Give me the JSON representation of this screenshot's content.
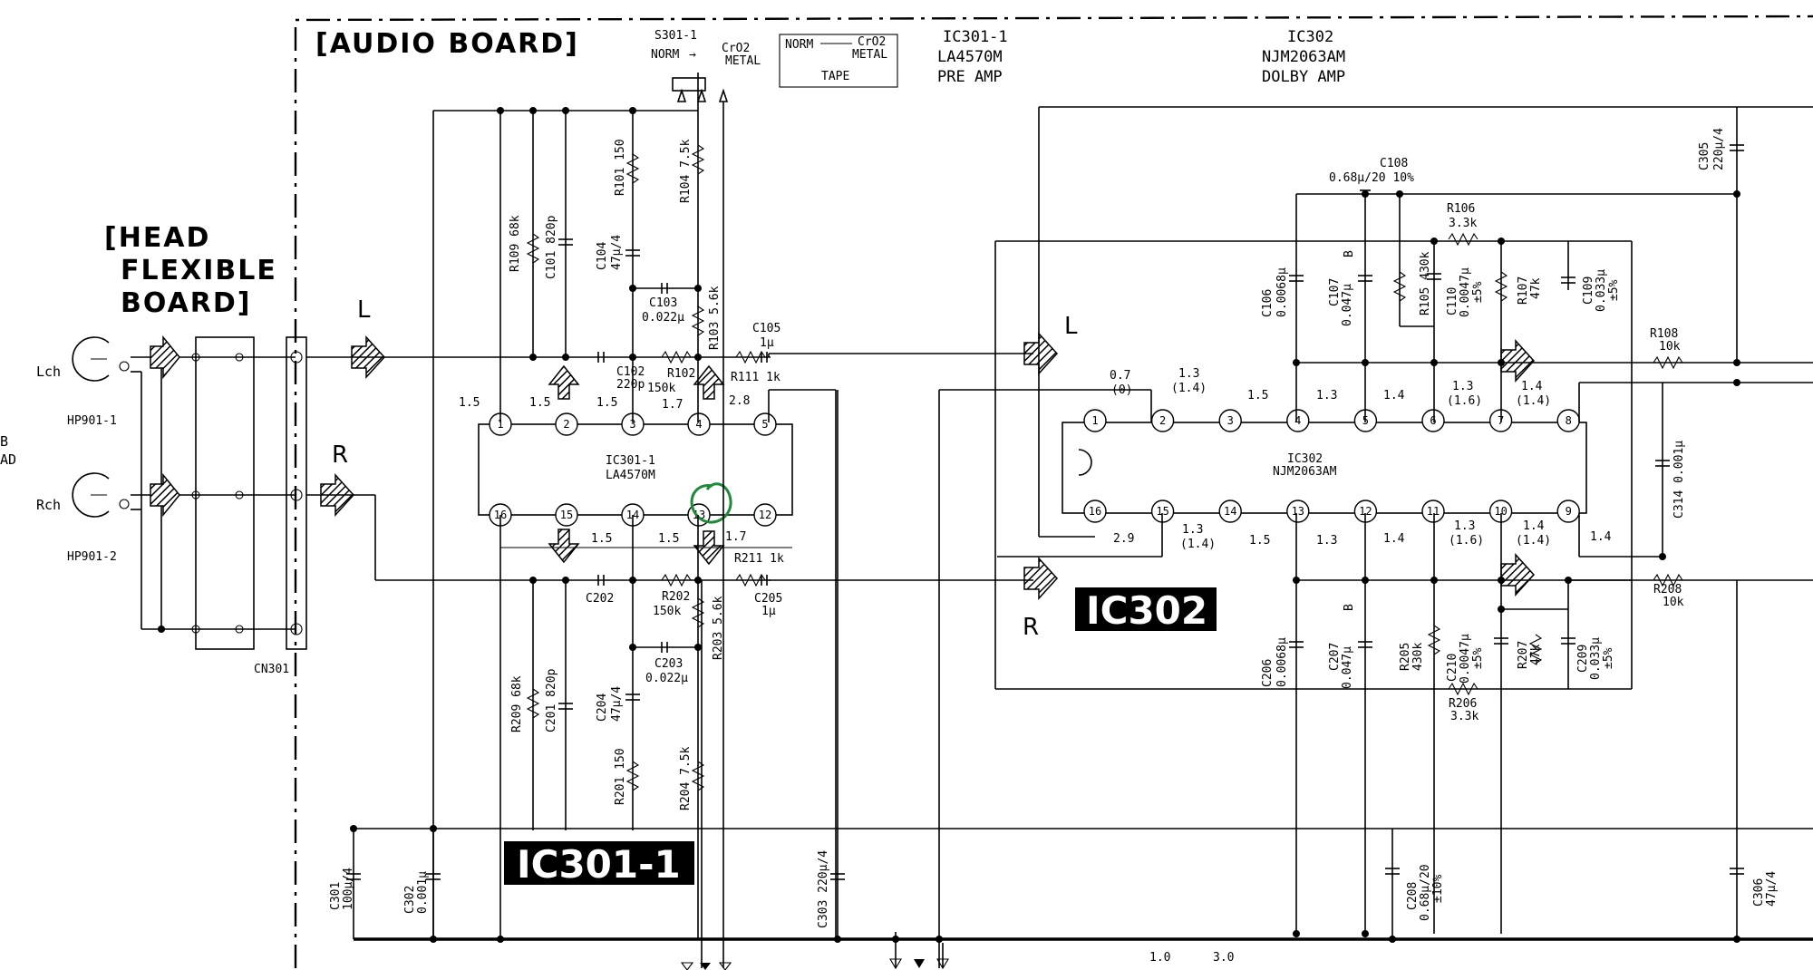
{
  "boards": {
    "audio": "[AUDIO BOARD]",
    "head_line1": "[HEAD",
    "head_line2": "FLEXIBLE",
    "head_line3": "BOARD]"
  },
  "edge_fragments": [
    "B",
    "AD"
  ],
  "switch": {
    "name": "S301-1",
    "norm": "NORM",
    "arrow": "→",
    "crmetal1": "CrO2",
    "crmetal2": "METAL"
  },
  "tape_box": {
    "norm": "NORM",
    "crmetal1": "CrO2",
    "crmetal2": "METAL",
    "tape": "TAPE"
  },
  "ic_titles": {
    "ic301_line1": "IC301-1",
    "ic301_line2": "LA4570M",
    "ic301_line3": "PRE AMP",
    "ic302_line1": "IC302",
    "ic302_line2": "NJM2063AM",
    "ic302_line3": "DOLBY AMP"
  },
  "channels": {
    "L": "L",
    "R": "R",
    "Lch": "Lch",
    "Rch": "Rch"
  },
  "heads": {
    "hp1": "HP901-1",
    "hp2": "HP901-2",
    "cn": "CN301"
  },
  "components_top": {
    "R109": "R109 68k",
    "C101": "C101 820p",
    "C104a": "C104",
    "C104b": "47μ/4",
    "R101": "R101 150",
    "R104": "R104 7.5k",
    "C103a": "C103",
    "C103b": "0.022μ",
    "R103": "R103 5.6k",
    "C102a": "C102",
    "C102b": "220p",
    "R102a": "R102",
    "R102b": "150k",
    "R111": "R111 1k",
    "C105a": "C105",
    "C105b": "1μ"
  },
  "components_bottom": {
    "C202": "C202",
    "R202a": "R202",
    "R202b": "150k",
    "R211": "R211 1k",
    "C205a": "C205",
    "C205b": "1μ",
    "R203": "R203 5.6k",
    "C203a": "C203",
    "C203b": "0.022μ",
    "R209": "R209 68k",
    "C201": "C201 820p",
    "C204a": "C204",
    "C204b": "47μ/4",
    "R201": "R201 150",
    "R204": "R204 7.5k"
  },
  "ic301": {
    "name": "IC301-1",
    "part": "LA4570M",
    "pins_top": [
      "1",
      "2",
      "3",
      "4",
      "5"
    ],
    "pins_bottom": [
      "16",
      "15",
      "14",
      "13",
      "12"
    ],
    "volts_top": [
      "1.5",
      "1.5",
      "1.5",
      "1.7",
      "2.8"
    ],
    "volts_bottom": [
      "1.5",
      "1.5",
      "1.7"
    ]
  },
  "ic302": {
    "name": "IC302",
    "part": "NJM2063AM",
    "pins_top": [
      "1",
      "2",
      "3",
      "4",
      "5",
      "6",
      "7",
      "8"
    ],
    "pins_bottom": [
      "16",
      "15",
      "14",
      "13",
      "12",
      "11",
      "10",
      "9"
    ],
    "volts_top": [
      "0.7",
      "(0)",
      "1.3",
      "(1.4)",
      "1.5",
      "1.3",
      "1.4",
      "1.3",
      "(1.6)",
      "1.4",
      "(1.4)"
    ],
    "volts_bottom": [
      "2.9",
      "1.3",
      "(1.4)",
      "1.5",
      "1.3",
      "1.4",
      "1.3",
      "(1.6)",
      "1.4",
      "(1.4)",
      "1.4"
    ]
  },
  "dolby_top": {
    "C108a": "C108",
    "C108b": "0.68μ/20 10%",
    "R106a": "R106",
    "R106b": "3.3k",
    "C106a": "C106",
    "C106b": "0.0068μ",
    "C107a": "C107",
    "C107b": "0.047μ",
    "R105": "R105 430k",
    "C110a": "C110",
    "C110b": "0.0047μ",
    "C110c": "±5%",
    "R107a": "R107",
    "R107b": "47k",
    "C109a": "C109",
    "C109b": "0.033μ",
    "C109c": "±5%",
    "R108a": "R108",
    "R108b": "10k",
    "C305a": "C305",
    "C305b": "220μ/4",
    "B": "B"
  },
  "dolby_bottom": {
    "C206a": "C206",
    "C206b": "0.0068μ",
    "C207a": "C207",
    "C207b": "0.047μ",
    "R205a": "R205",
    "R205b": "430k",
    "C210a": "C210",
    "C210b": "0.0047μ",
    "C210c": "±5%",
    "R207a": "R207",
    "R207b": "47k",
    "C209a": "C209",
    "C209b": "0.033μ",
    "C209c": "±5%",
    "R206a": "R206",
    "R206b": "3.3k",
    "R208a": "R208",
    "R208b": "10k",
    "C314": "C314 0.001μ",
    "B": "B"
  },
  "power": {
    "C301a": "C301",
    "C301b": "100μ/4",
    "C302a": "C302",
    "C302b": "0.001μ",
    "C303": "C303 220μ/4",
    "C208a": "C208",
    "C208b": "0.68μ/20",
    "C208c": "±10%",
    "C306a": "C306",
    "C306b": "47μ/4",
    "v1": "1.0",
    "v2": "3.0"
  },
  "badges": {
    "ic301": "IC301-1",
    "ic302": "IC302"
  },
  "colors": {
    "ink": "#000000",
    "annotation": "#1f8a3a",
    "paper": "#ffffff"
  }
}
